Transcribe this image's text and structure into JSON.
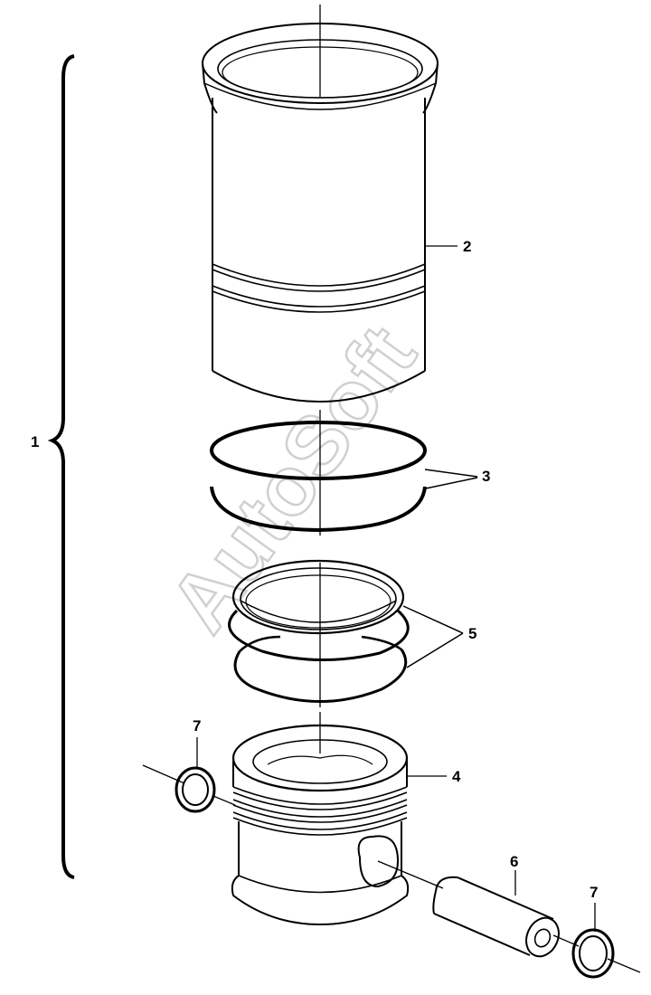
{
  "callouts": {
    "c1": "1",
    "c2": "2",
    "c3": "3",
    "c4": "4",
    "c5": "5",
    "c6": "6",
    "c7a": "7",
    "c7b": "7"
  },
  "watermark": "AutoSoft",
  "colors": {
    "line": "#000000",
    "watermark": "#d0d0d0",
    "background": "#ffffff"
  }
}
